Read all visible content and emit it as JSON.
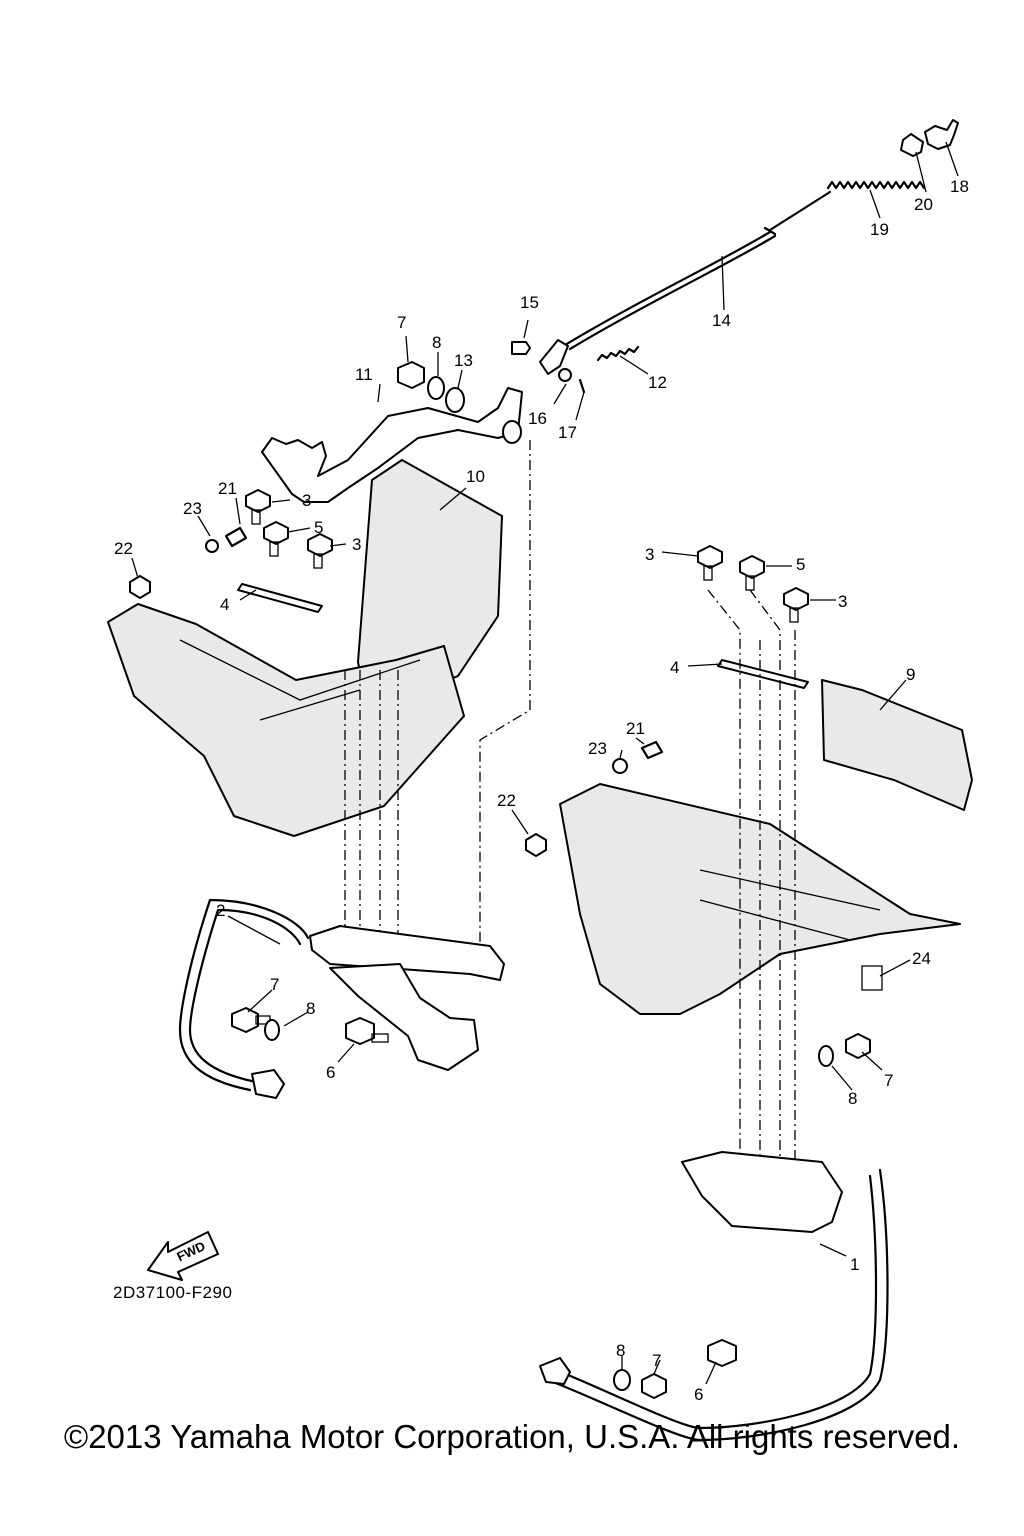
{
  "diagram": {
    "code": "2D37100-F290",
    "fwd_label": "FWD",
    "copyright": "©2013 Yamaha Motor Corporation, U.S.A. All rights reserved.",
    "callouts": [
      {
        "id": "c18",
        "text": "18"
      },
      {
        "id": "c20",
        "text": "20"
      },
      {
        "id": "c19",
        "text": "19"
      },
      {
        "id": "c14",
        "text": "14"
      },
      {
        "id": "c15",
        "text": "15"
      },
      {
        "id": "c12",
        "text": "12"
      },
      {
        "id": "c16",
        "text": "16"
      },
      {
        "id": "c17",
        "text": "17"
      },
      {
        "id": "c7a",
        "text": "7"
      },
      {
        "id": "c8a",
        "text": "8"
      },
      {
        "id": "c13",
        "text": "13"
      },
      {
        "id": "c11",
        "text": "11"
      },
      {
        "id": "c10",
        "text": "10"
      },
      {
        "id": "c21a",
        "text": "21"
      },
      {
        "id": "c3a",
        "text": "3"
      },
      {
        "id": "c23a",
        "text": "23"
      },
      {
        "id": "c5a",
        "text": "5"
      },
      {
        "id": "c3b",
        "text": "3"
      },
      {
        "id": "c22a",
        "text": "22"
      },
      {
        "id": "c4a",
        "text": "4"
      },
      {
        "id": "c3c",
        "text": "3"
      },
      {
        "id": "c5b",
        "text": "5"
      },
      {
        "id": "c3d",
        "text": "3"
      },
      {
        "id": "c4b",
        "text": "4"
      },
      {
        "id": "c9",
        "text": "9"
      },
      {
        "id": "c21b",
        "text": "21"
      },
      {
        "id": "c23b",
        "text": "23"
      },
      {
        "id": "c22b",
        "text": "22"
      },
      {
        "id": "c2",
        "text": "2"
      },
      {
        "id": "c7b",
        "text": "7"
      },
      {
        "id": "c8b",
        "text": "8"
      },
      {
        "id": "c6a",
        "text": "6"
      },
      {
        "id": "c24",
        "text": "24"
      },
      {
        "id": "c7c",
        "text": "7"
      },
      {
        "id": "c8c",
        "text": "8"
      },
      {
        "id": "c8d",
        "text": "8"
      },
      {
        "id": "c7d",
        "text": "7"
      },
      {
        "id": "c6b",
        "text": "6"
      },
      {
        "id": "c1",
        "text": "1"
      }
    ]
  }
}
